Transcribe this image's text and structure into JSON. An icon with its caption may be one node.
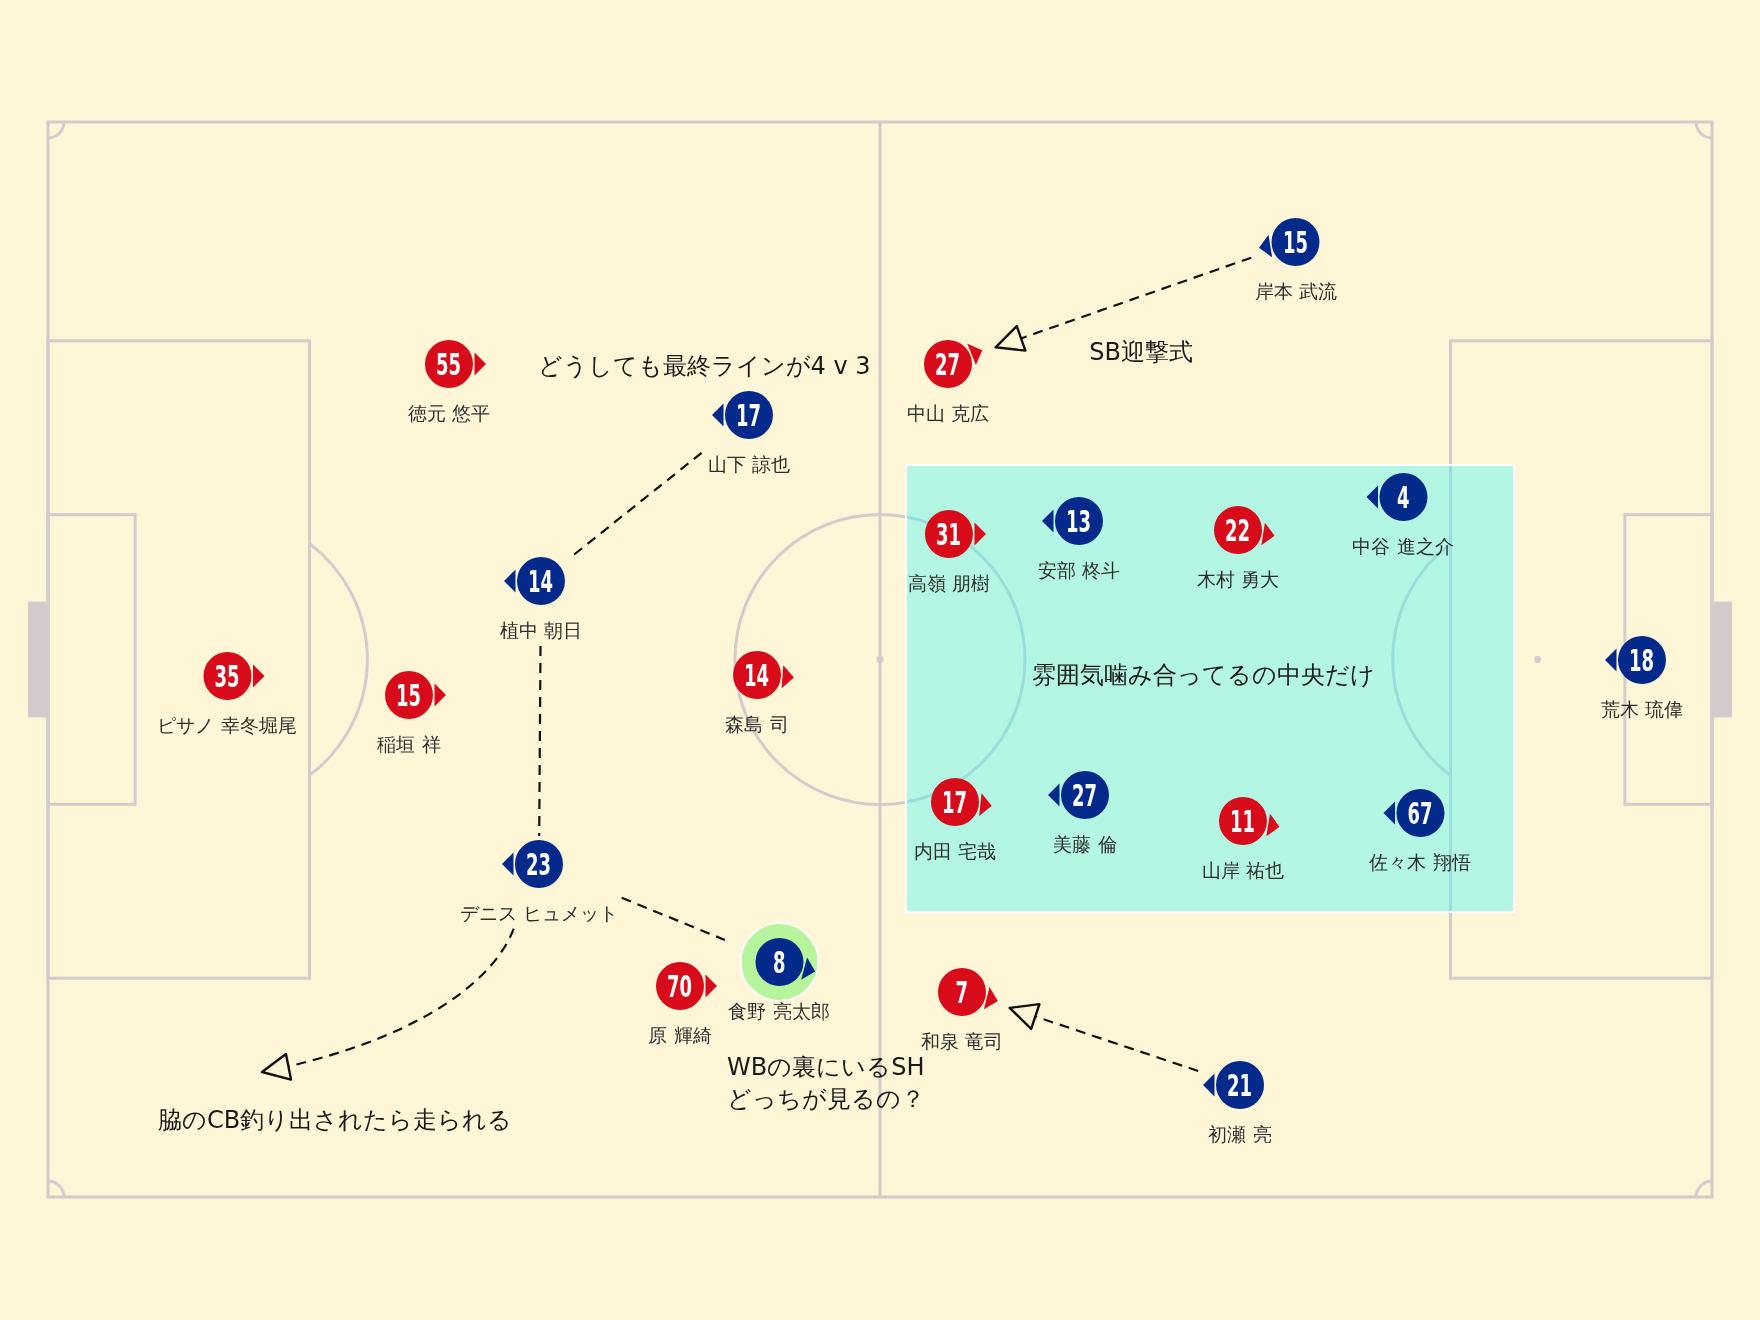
{
  "diagram": {
    "nodes": [
      {
        "text": [
          "15"
        ],
        "beside": [
          "岸本 武流"
        ]
      },
      {
        "text": [
          "55"
        ],
        "beside": [
          "徳元 悠平"
        ]
      },
      {
        "text": [
          "27"
        ],
        "beside": [
          "中山 克広"
        ]
      },
      {
        "text": [
          "17"
        ],
        "beside": [
          "山下 諒也"
        ]
      },
      {
        "text": [
          "雰囲気噛み合ってるの中央だけ"
        ]
      },
      {
        "text": [
          "4"
        ],
        "beside": [
          "中谷 進之介"
        ],
        "in": 4
      },
      {
        "text": [
          "13"
        ],
        "beside": [
          "安部 柊斗"
        ],
        "in": 4
      },
      {
        "text": [
          "22"
        ],
        "beside": [
          "木村 勇大"
        ],
        "in": 4
      },
      {
        "text": [
          "31"
        ],
        "beside": [
          "高嶺 朋樹"
        ],
        "in": 4
      },
      {
        "text": [
          "14"
        ],
        "beside": [
          "植中 朝日"
        ]
      },
      {
        "text": [
          "18"
        ],
        "beside": [
          "荒木 琉偉"
        ]
      },
      {
        "text": [
          "35"
        ],
        "beside": [
          "ピサノ 幸冬堀尾"
        ]
      },
      {
        "text": [
          "14"
        ],
        "beside": [
          "森島 司"
        ]
      },
      {
        "text": [
          "15"
        ],
        "beside": [
          "稲垣 祥"
        ]
      },
      {
        "text": [
          "27"
        ],
        "beside": [
          "美藤 倫"
        ],
        "in": 4
      },
      {
        "text": [
          "17"
        ],
        "beside": [
          "内田 宅哉"
        ],
        "in": 4
      },
      {
        "text": [
          "67"
        ],
        "beside": [
          "佐々木 翔悟"
        ],
        "in": 4
      },
      {
        "text": [
          "11"
        ],
        "beside": [
          "山岸 祐也"
        ],
        "in": 4
      },
      {
        "text": [
          "23"
        ],
        "beside": [
          "デニス ヒュメット"
        ]
      },
      {
        "text": [
          "8"
        ],
        "beside": [
          "食野 亮太郎"
        ]
      },
      {
        "text": [
          "70"
        ],
        "beside": [
          "原 輝綺"
        ]
      },
      {
        "text": [
          "7"
        ],
        "beside": [
          "和泉 竜司"
        ]
      },
      {
        "text": [
          "21"
        ],
        "beside": [
          "初瀬 亮"
        ]
      }
    ],
    "edges": [
      {
        "from": 9,
        "to": 3,
        "arrow": "none",
        "style": "dashed"
      },
      {
        "from": 9,
        "to": 18,
        "arrow": "none",
        "style": "dashed"
      },
      {
        "from": 18,
        "to": 19,
        "arrow": "none",
        "style": "dashed"
      },
      {
        "from": 0,
        "to": 2,
        "arrow": "to",
        "style": "dashed"
      },
      {
        "from": 22,
        "to": 21,
        "arrow": "to",
        "style": "dashed"
      },
      {
        "from": 18,
        "to": null,
        "arrow": "to",
        "style": "dashed"
      }
    ],
    "labels": [
      "どうしても最終ラインが4 v 3",
      "SB迎撃式",
      "WBの裏にいるSHどっちが見るの？",
      "脇のCB釣り出されたら走られる"
    ]
  }
}
